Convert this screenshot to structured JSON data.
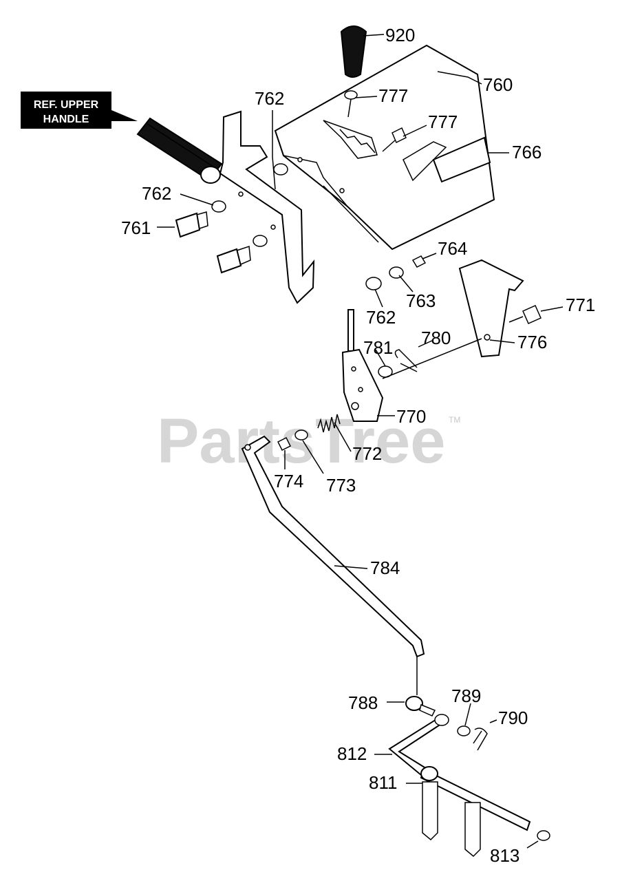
{
  "watermark": {
    "brand": "PartsTree",
    "trademark": "TM"
  },
  "ref_box": {
    "line1": "REF. UPPER",
    "line2": "HANDLE"
  },
  "callouts": {
    "c920": "920",
    "c760": "760",
    "c777a": "777",
    "c777b": "777",
    "c766": "766",
    "c762a": "762",
    "c762b": "762",
    "c762c": "762",
    "c761": "761",
    "c764": "764",
    "c763": "763",
    "c771": "771",
    "c776": "776",
    "c781": "781",
    "c780": "780",
    "c770": "770",
    "c772": "772",
    "c774": "774",
    "c773": "773",
    "c784": "784",
    "c788": "788",
    "c789": "789",
    "c790": "790",
    "c812": "812",
    "c811": "811",
    "c813": "813"
  }
}
